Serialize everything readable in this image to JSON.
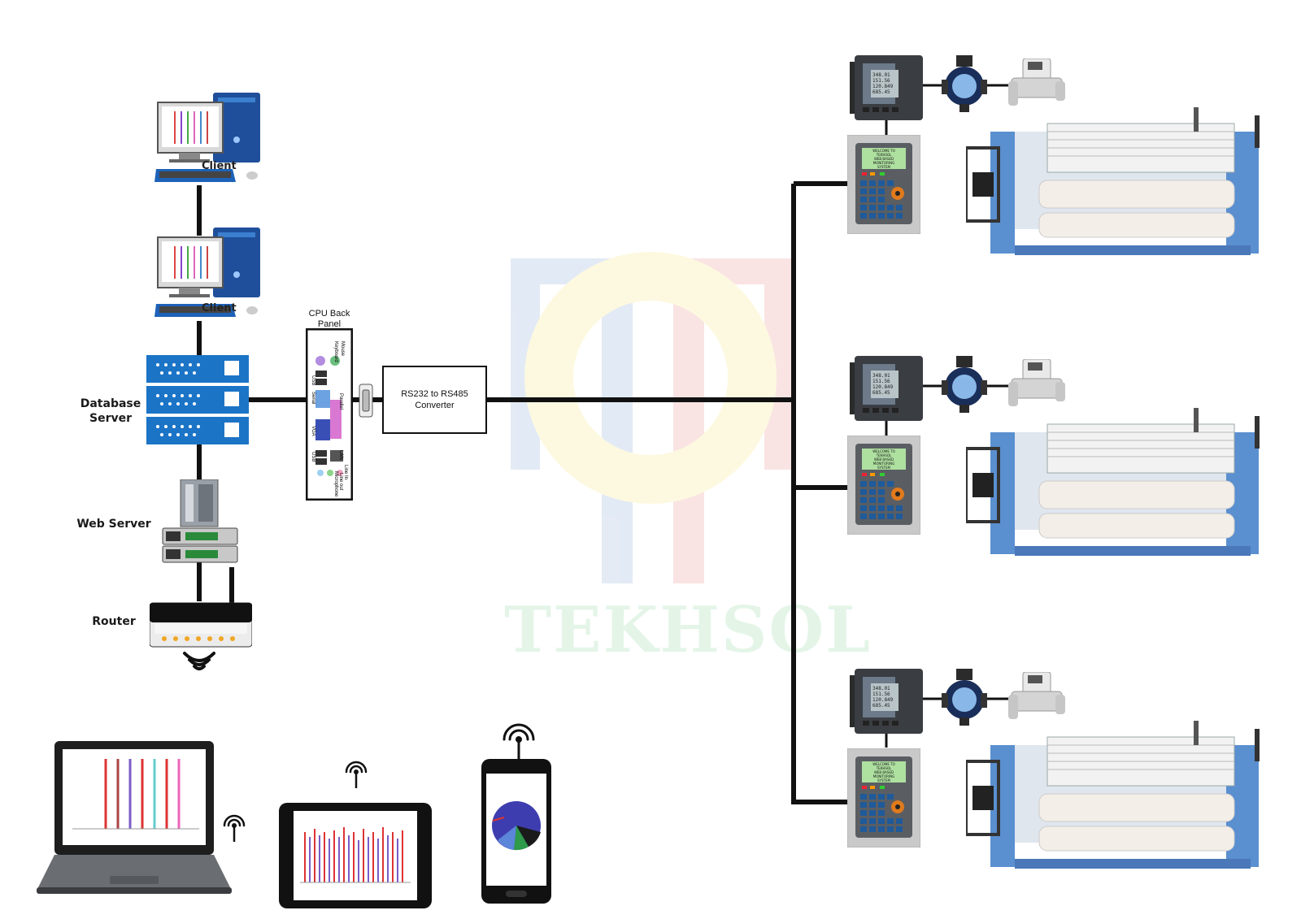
{
  "labels": {
    "database_server": "Database\nServer",
    "web_server": "Web Server",
    "router": "Router",
    "cpu_back_panel": "CPU Back\nPanel",
    "converter": "RS232 to RS485\nConverter"
  },
  "panel_port_labels": [
    "Mouse",
    "Keyboard",
    "USB",
    "Serial",
    "VGA",
    "USB",
    "Parallel",
    "LAN",
    "Line In",
    "Line out",
    "Microphone"
  ],
  "workstation_labels": [
    "Client",
    "Client"
  ],
  "meter_readout": [
    "348.01",
    "151.56",
    "120.849",
    "685.45"
  ],
  "hmi_screen_text": [
    "WELCOME TO",
    "TEKHSOL",
    "WEB BASED MONITORING",
    "SYSTEM"
  ],
  "watermark": "TEKHSOL",
  "colors": {
    "line": "#111111",
    "server_blue": "#1c74c6",
    "loom_blue": "#5a8fd0",
    "watermark_blue": "#2b63b5",
    "watermark_red": "#d63b32",
    "watermark_yellow": "#f4d21f",
    "watermark_green": "#2bb24c"
  },
  "icons": [
    "desktop-computer-icon",
    "server-rack-icon",
    "web-server-icon",
    "router-icon",
    "wifi-signal-icon",
    "laptop-icon",
    "tablet-icon",
    "smartphone-icon",
    "energy-meter-icon",
    "flow-meter-icon",
    "air-flow-sensor-icon",
    "hmi-keypad-icon",
    "weaving-loom-icon"
  ]
}
